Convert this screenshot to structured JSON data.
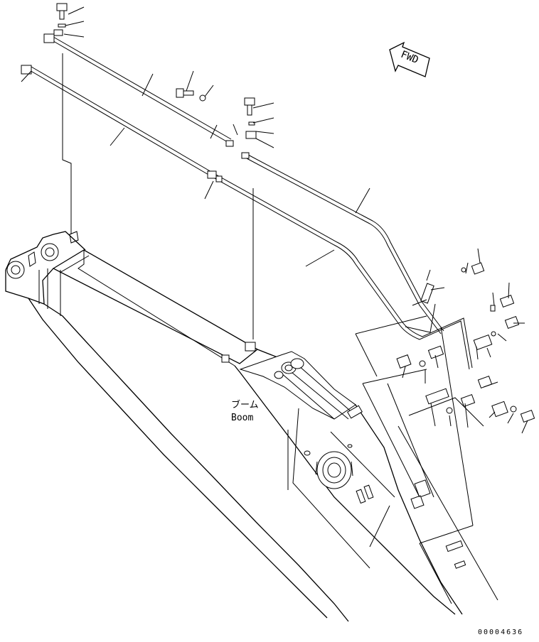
{
  "fwd_label": "FWD",
  "boom_label_jp": "ブーム",
  "boom_label_en": "Boom",
  "drawing_number": "00004636"
}
